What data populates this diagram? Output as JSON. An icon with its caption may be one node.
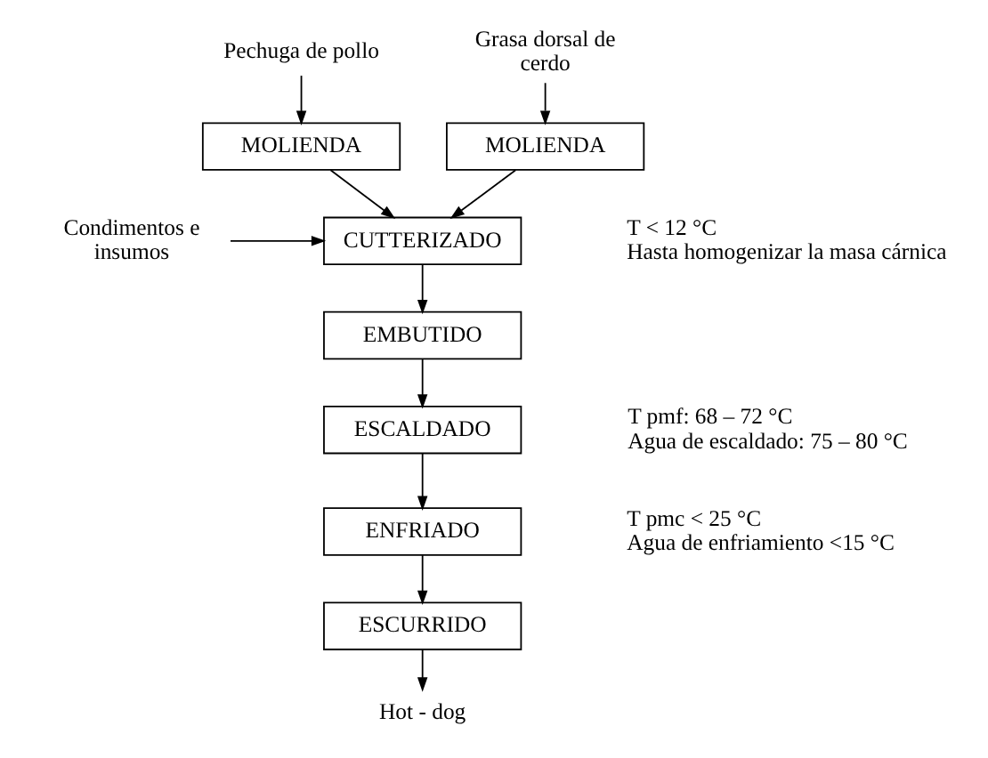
{
  "diagram": {
    "nodes": [
      {
        "text": [
          "Pechuga de pollo"
        ]
      },
      {
        "text": [
          "Grasa dorsal de cerdo"
        ]
      },
      {
        "text": [
          "MOLIENDA"
        ]
      },
      {
        "text": [
          "MOLIENDA"
        ]
      },
      {
        "text": [
          "Condimentos e insumos"
        ]
      },
      {
        "text": [
          "CUTTERIZADO"
        ],
        "beside": [
          "T < 12 °C",
          "Hasta homogenizar la masa cárnica"
        ]
      },
      {
        "text": [
          "EMBUTIDO"
        ]
      },
      {
        "text": [
          "ESCALDADO"
        ],
        "beside": [
          "T pmf: 68 – 72 °C",
          "Agua de escaldado: 75 – 80 °C"
        ]
      },
      {
        "text": [
          "ENFRIADO"
        ],
        "beside": [
          "T pmc < 25 °C",
          "Agua de enfriamiento <15 °C"
        ]
      },
      {
        "text": [
          "ESCURRIDO"
        ]
      },
      {
        "text": [
          "Hot - dog"
        ]
      }
    ],
    "edges": [
      {
        "from": 0,
        "to": 2,
        "arrow": "to"
      },
      {
        "from": 1,
        "to": 3,
        "arrow": "to"
      },
      {
        "from": 2,
        "to": 5,
        "arrow": "to"
      },
      {
        "from": 3,
        "to": 5,
        "arrow": "to"
      },
      {
        "from": 4,
        "to": 5,
        "arrow": "to"
      },
      {
        "from": 5,
        "to": 6,
        "arrow": "to"
      },
      {
        "from": 6,
        "to": 7,
        "arrow": "to"
      },
      {
        "from": 7,
        "to": 8,
        "arrow": "to"
      },
      {
        "from": 8,
        "to": 9,
        "arrow": "to"
      },
      {
        "from": 9,
        "to": 10,
        "arrow": "to"
      }
    ]
  }
}
